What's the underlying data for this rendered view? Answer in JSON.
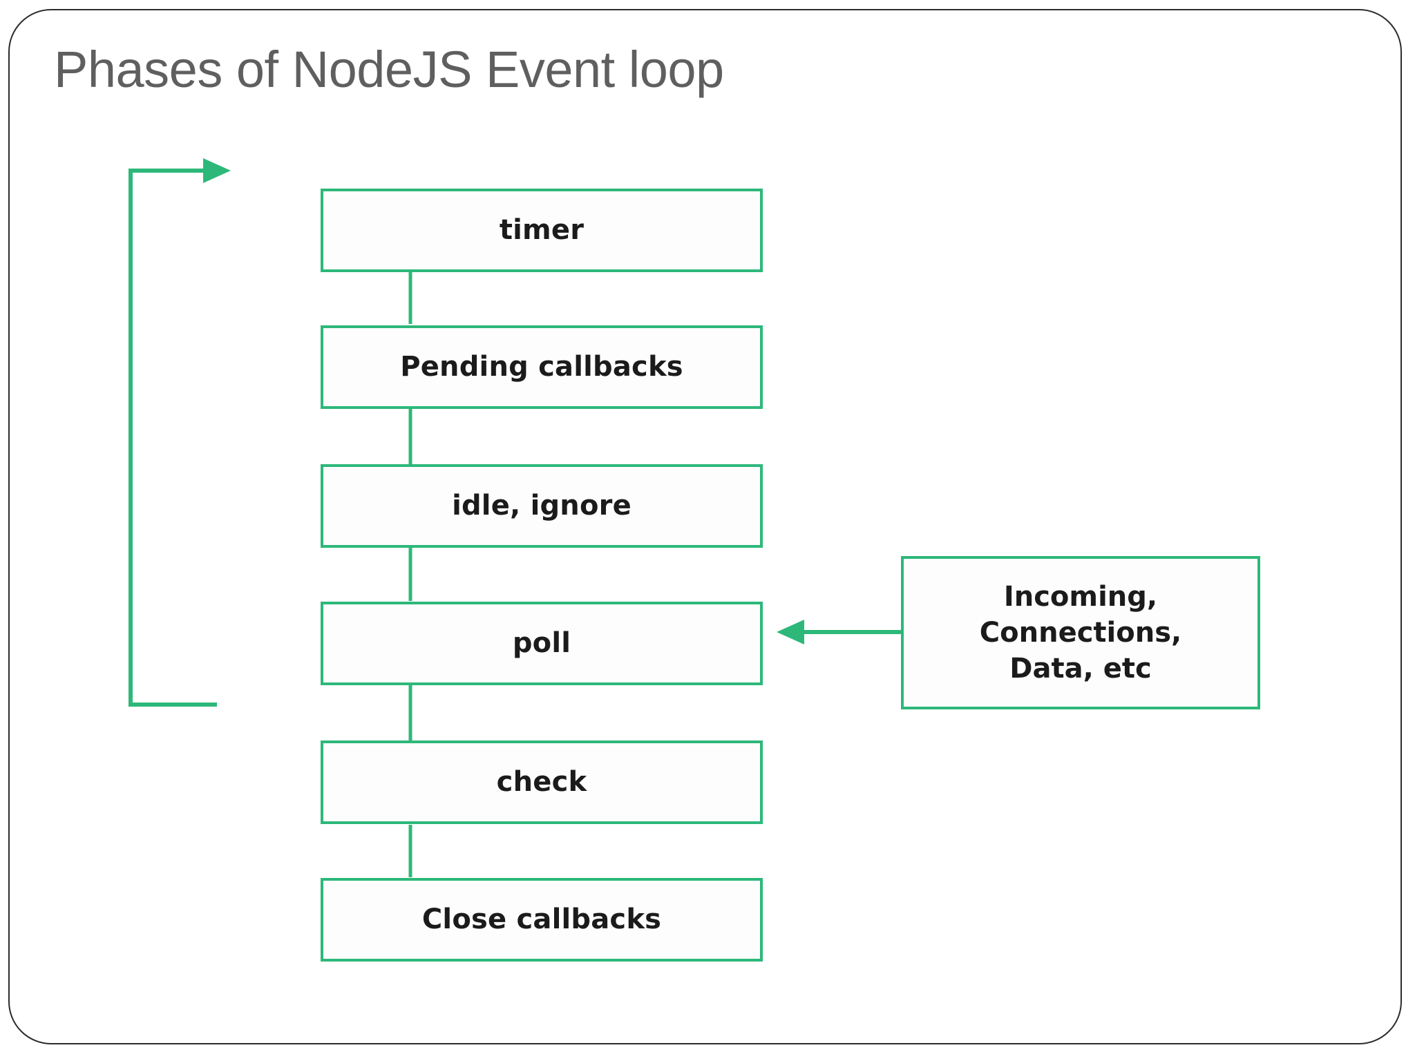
{
  "slide": {
    "title": "Phases of NodeJS Event loop",
    "frame_border_color": "#2b2b2b",
    "background_color": "#ffffff"
  },
  "diagram": {
    "accent_color": "#2db87a",
    "text_color": "#1b1b1b",
    "type": "flowchart-loop",
    "phases": [
      {
        "id": "timer",
        "label": "timer"
      },
      {
        "id": "pending-callbacks",
        "label": "Pending callbacks"
      },
      {
        "id": "idle-ignore",
        "label": "idle, ignore"
      },
      {
        "id": "poll",
        "label": "poll"
      },
      {
        "id": "check",
        "label": "check"
      },
      {
        "id": "close-callbacks",
        "label": "Close callbacks"
      }
    ],
    "side_input": {
      "id": "incoming-input",
      "label": "Incoming,\nConnections,\nData, etc",
      "target_phase": "poll",
      "arrow_direction": "left"
    },
    "loop_back": {
      "from_phase": "close-callbacks",
      "to_phase": "timer",
      "arrow_direction": "right"
    }
  }
}
